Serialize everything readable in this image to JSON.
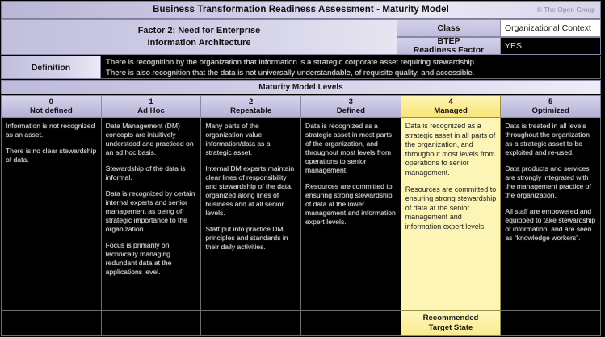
{
  "title": {
    "text": "Business Transformation Readiness Assessment - Maturity Model",
    "copyright": "© The Open Group"
  },
  "factor": {
    "name_line1": "Factor 2: Need for Enterprise",
    "name_line2": "Information Architecture",
    "class_label": "Class",
    "class_value": "Organizational Context",
    "btep_label_line1": "BTEP",
    "btep_label_line2": "Readiness Factor",
    "btep_value": "YES"
  },
  "definition": {
    "label": "Definition",
    "line1": "There is recognition by the organization that information is a strategic corporate asset requiring stewardship.",
    "line2": "There is also recognition that the data is not universally understandable, of requisite quality, and accessible."
  },
  "maturity": {
    "banner": "Maturity Model Levels",
    "levels": [
      {
        "number": "0",
        "name": "Not defined",
        "highlighted": false,
        "paragraphs": [
          "Information is not recognized as an asset.",
          "There is no clear stewardship of data."
        ]
      },
      {
        "number": "1",
        "name": "Ad Hoc",
        "highlighted": false,
        "paragraphs": [
          "Data Management (DM) concepts are intuitively understood and practiced on an ad hoc basis.",
          "Stewardship of the data is informal.",
          "Data is recognized by certain internal experts and senior management as being of strategic importance to the organization.",
          "Focus is primarily on technically managing redundant data at the applications level."
        ]
      },
      {
        "number": "2",
        "name": "Repeatable",
        "highlighted": false,
        "paragraphs": [
          "Many parts of the organization value information/data as a strategic asset.",
          "Internal DM experts maintain clear lines of responsibility and stewardship of the data, organized along lines of business and at all senior levels.",
          "Staff put into practice DM principles and standards in their daily activities."
        ]
      },
      {
        "number": "3",
        "name": "Defined",
        "highlighted": false,
        "paragraphs": [
          "Data is recognized as a strategic asset in most parts of the organization, and throughout most levels from operations to senior management.",
          "Resources are committed to ensuring strong stewardship of data at the lower management and information expert levels."
        ]
      },
      {
        "number": "4",
        "name": "Managed",
        "highlighted": true,
        "paragraphs": [
          "Data is recognized as a strategic asset in all parts of the organization, and throughout most levels from operations to senior management.",
          "Resources are committed to ensuring strong stewardship of data at the senior management and information expert levels."
        ]
      },
      {
        "number": "5",
        "name": "Optimized",
        "highlighted": false,
        "paragraphs": [
          "Data is treated in all levels throughout the organization as a strategic asset to be exploited and re-used.",
          "Data products and services are strongly integrated with the management practice of the organization.",
          "All staff are empowered and equipped to take stewardship of information, and are seen as “knowledge workers”."
        ]
      }
    ],
    "target_state_line1": "Recommended",
    "target_state_line2": "Target State",
    "target_state_level_index": 4
  },
  "colors": {
    "lavender": "#c4c1e0",
    "highlight_yellow": "#fbeb8e",
    "body_background": "#000000",
    "body_text": "#dadada"
  }
}
